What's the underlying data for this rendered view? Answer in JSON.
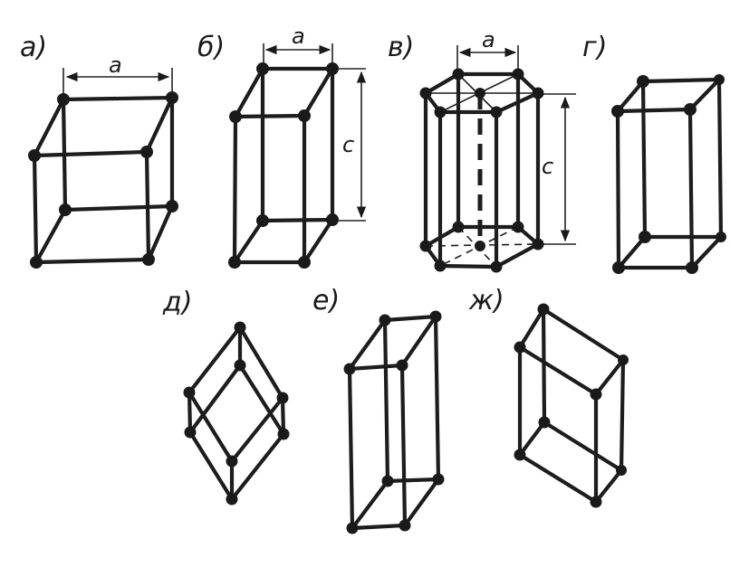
{
  "figure": {
    "panels": [
      {
        "id": "a",
        "label": "а)",
        "dims": [
          "a"
        ]
      },
      {
        "id": "b",
        "label": "б)",
        "dims": [
          "a",
          "c"
        ]
      },
      {
        "id": "v",
        "label": "в)",
        "dims": [
          "a",
          "c"
        ]
      },
      {
        "id": "g",
        "label": "г)",
        "dims": []
      },
      {
        "id": "d",
        "label": "д)",
        "dims": []
      },
      {
        "id": "e",
        "label": "е)",
        "dims": []
      },
      {
        "id": "zh",
        "label": "ж)",
        "dims": []
      }
    ]
  }
}
